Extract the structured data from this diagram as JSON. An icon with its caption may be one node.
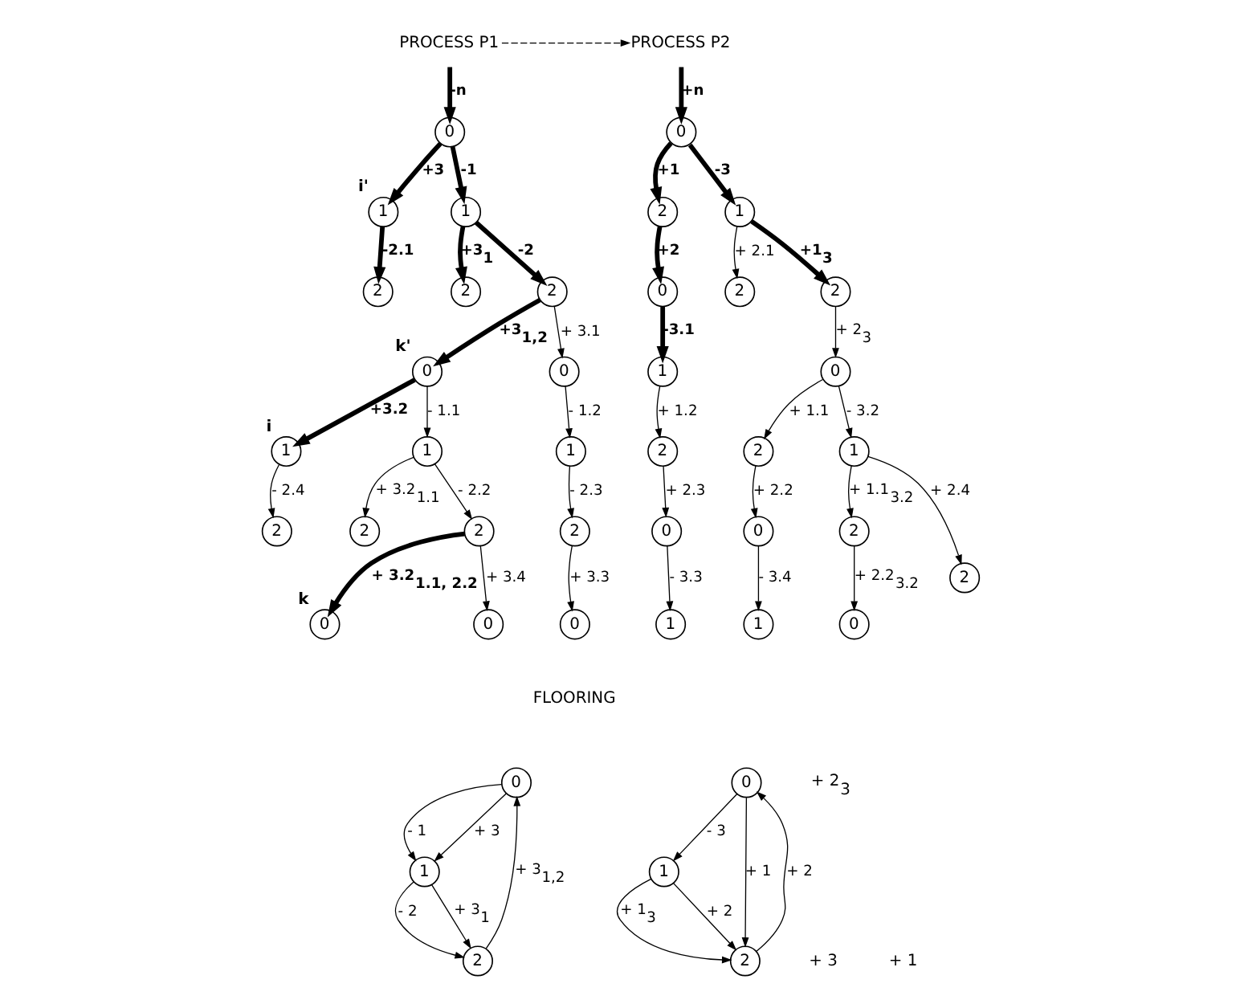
{
  "diagram": {
    "nodes": [
      {
        "text": [
          "PROCESS P1"
        ]
      },
      {
        "text": [
          "0"
        ]
      },
      {
        "text": [
          "1"
        ],
        "beside": [
          "i'"
        ]
      },
      {
        "text": [
          "2"
        ]
      },
      {
        "text": [
          "1"
        ]
      },
      {
        "text": [
          "2"
        ]
      },
      {
        "text": [
          "2"
        ]
      },
      {
        "text": [
          "0"
        ],
        "beside": [
          "k'"
        ]
      },
      {
        "text": [
          "1"
        ],
        "beside": [
          "i"
        ]
      },
      {
        "text": [
          "2"
        ]
      },
      {
        "text": [
          "1"
        ]
      },
      {
        "text": [
          "2"
        ]
      },
      {
        "text": [
          "2"
        ]
      },
      {
        "text": [
          "0"
        ],
        "beside": [
          "k"
        ]
      },
      {
        "text": [
          "0"
        ]
      },
      {
        "text": [
          "0"
        ]
      },
      {
        "text": [
          "1"
        ]
      },
      {
        "text": [
          "2"
        ]
      },
      {
        "text": [
          "0"
        ]
      },
      {
        "text": [
          "PROCESS P2"
        ]
      },
      {
        "text": [
          "0"
        ]
      },
      {
        "text": [
          "2"
        ]
      },
      {
        "text": [
          "0"
        ]
      },
      {
        "text": [
          "1"
        ]
      },
      {
        "text": [
          "2"
        ]
      },
      {
        "text": [
          "0"
        ]
      },
      {
        "text": [
          "1"
        ]
      },
      {
        "text": [
          "1"
        ]
      },
      {
        "text": [
          "2"
        ]
      },
      {
        "text": [
          "2"
        ]
      },
      {
        "text": [
          "0"
        ]
      },
      {
        "text": [
          "2"
        ]
      },
      {
        "text": [
          "0"
        ]
      },
      {
        "text": [
          "1"
        ]
      },
      {
        "text": [
          "1"
        ]
      },
      {
        "text": [
          "2"
        ]
      },
      {
        "text": [
          "0"
        ]
      },
      {
        "text": [
          "2"
        ]
      },
      {
        "text": [
          "0"
        ]
      },
      {
        "text": [
          "1"
        ]
      },
      {
        "text": [
          "2"
        ]
      },
      {
        "text": [
          "0"
        ]
      },
      {
        "text": [
          "1"
        ]
      },
      {
        "text": [
          "2"
        ]
      }
    ],
    "edges": [
      {
        "from": 0,
        "to": 1,
        "arrow": "to",
        "label": "-n",
        "style": "thick"
      },
      {
        "from": 0,
        "to": 19,
        "arrow": "to",
        "style": "dashed"
      },
      {
        "from": 1,
        "to": 2,
        "arrow": "to",
        "label": "+3",
        "style": "thick"
      },
      {
        "from": 2,
        "to": 3,
        "arrow": "to",
        "label": "-2.1",
        "style": "thick"
      },
      {
        "from": 1,
        "to": 4,
        "arrow": "to",
        "label": "-1",
        "style": "thick"
      },
      {
        "from": 4,
        "to": 5,
        "arrow": "to",
        "label": "+3$_{1}$",
        "style": "thick"
      },
      {
        "from": 4,
        "to": 6,
        "arrow": "to",
        "label": "-2",
        "style": "thick"
      },
      {
        "from": 6,
        "to": 7,
        "arrow": "to",
        "label": "+3$_{1,2}$",
        "style": "thick"
      },
      {
        "from": 7,
        "to": 8,
        "arrow": "to",
        "label": "+3.2",
        "style": "thick"
      },
      {
        "from": 8,
        "to": 9,
        "arrow": "to",
        "label": "- 2.4"
      },
      {
        "from": 7,
        "to": 10,
        "arrow": "to",
        "label": "- 1.1"
      },
      {
        "from": 10,
        "to": 11,
        "arrow": "to",
        "label": "+ 3.2$_{1.1}$"
      },
      {
        "from": 10,
        "to": 12,
        "arrow": "to",
        "label": "- 2.2"
      },
      {
        "from": 12,
        "to": 13,
        "arrow": "to",
        "label": "+ 3.2$_{1.1, 2.2}$",
        "style": "thick"
      },
      {
        "from": 12,
        "to": 14,
        "arrow": "to",
        "label": "+ 3.4"
      },
      {
        "from": 6,
        "to": 15,
        "arrow": "to",
        "label": "+ 3.1"
      },
      {
        "from": 15,
        "to": 16,
        "arrow": "to",
        "label": "- 1.2"
      },
      {
        "from": 16,
        "to": 17,
        "arrow": "to",
        "label": "- 2.3"
      },
      {
        "from": 17,
        "to": 18,
        "arrow": "to",
        "label": "+ 3.3"
      },
      {
        "from": 19,
        "to": 20,
        "arrow": "to",
        "label": "+n",
        "style": "thick"
      },
      {
        "from": 20,
        "to": 21,
        "arrow": "to",
        "label": "+1",
        "style": "thick"
      },
      {
        "from": 21,
        "to": 22,
        "arrow": "to",
        "label": "+2",
        "style": "thick"
      },
      {
        "from": 22,
        "to": 23,
        "arrow": "to",
        "label": "-3.1",
        "style": "thick"
      },
      {
        "from": 23,
        "to": 24,
        "arrow": "to",
        "label": "+ 1.2"
      },
      {
        "from": 24,
        "to": 25,
        "arrow": "to",
        "label": "+ 2.3"
      },
      {
        "from": 25,
        "to": 26,
        "arrow": "to",
        "label": "- 3.3"
      },
      {
        "from": 20,
        "to": 27,
        "arrow": "to",
        "label": "-3",
        "style": "thick"
      },
      {
        "from": 27,
        "to": 28,
        "arrow": "to",
        "label": "+ 2.1"
      },
      {
        "from": 27,
        "to": 29,
        "arrow": "to",
        "label": "+1$_{3}$",
        "style": "thick"
      },
      {
        "from": 29,
        "to": 30,
        "arrow": "to",
        "label": "+ 2$_{3}$"
      },
      {
        "from": 30,
        "to": 31,
        "arrow": "to",
        "label": "+ 1.1"
      },
      {
        "from": 31,
        "to": 32,
        "arrow": "to",
        "label": "+ 2.2"
      },
      {
        "from": 32,
        "to": 33,
        "arrow": "to",
        "label": "- 3.4"
      },
      {
        "from": 30,
        "to": 34,
        "arrow": "to",
        "label": "- 3.2"
      },
      {
        "from": 34,
        "to": 35,
        "arrow": "to",
        "label": "+ 1.1$_{3.2}$"
      },
      {
        "from": 35,
        "to": 36,
        "arrow": "to",
        "label": "+ 2.2$_{3.2}$"
      },
      {
        "from": 34,
        "to": 37,
        "arrow": "to",
        "label": "+ 2.4"
      },
      {
        "from": 38,
        "to": 39,
        "arrow": "to",
        "label": "- 1"
      },
      {
        "from": 38,
        "to": 39,
        "arrow": "to",
        "label": "+ 3"
      },
      {
        "from": 39,
        "to": 40,
        "arrow": "to",
        "label": "- 2"
      },
      {
        "from": 39,
        "to": 40,
        "arrow": "to",
        "label": "+ 3$_{1}$"
      },
      {
        "from": 40,
        "to": 38,
        "arrow": "to",
        "label": "+ 3$_{1,2}$"
      },
      {
        "from": 41,
        "to": 42,
        "arrow": "to",
        "label": "- 3"
      },
      {
        "from": 41,
        "to": 43,
        "arrow": "to",
        "label": "+ 1"
      },
      {
        "from": 43,
        "to": 41,
        "arrow": "to",
        "label": "+ 2"
      },
      {
        "from": 42,
        "to": 43,
        "arrow": "to",
        "label": "+ 1$_{3}$"
      },
      {
        "from": 42,
        "to": 43,
        "arrow": "to",
        "label": "+ 2"
      }
    ],
    "labels": [
      "FLOORING",
      "+ 3",
      "+ 2$_{3}$",
      "+ 1"
    ]
  }
}
